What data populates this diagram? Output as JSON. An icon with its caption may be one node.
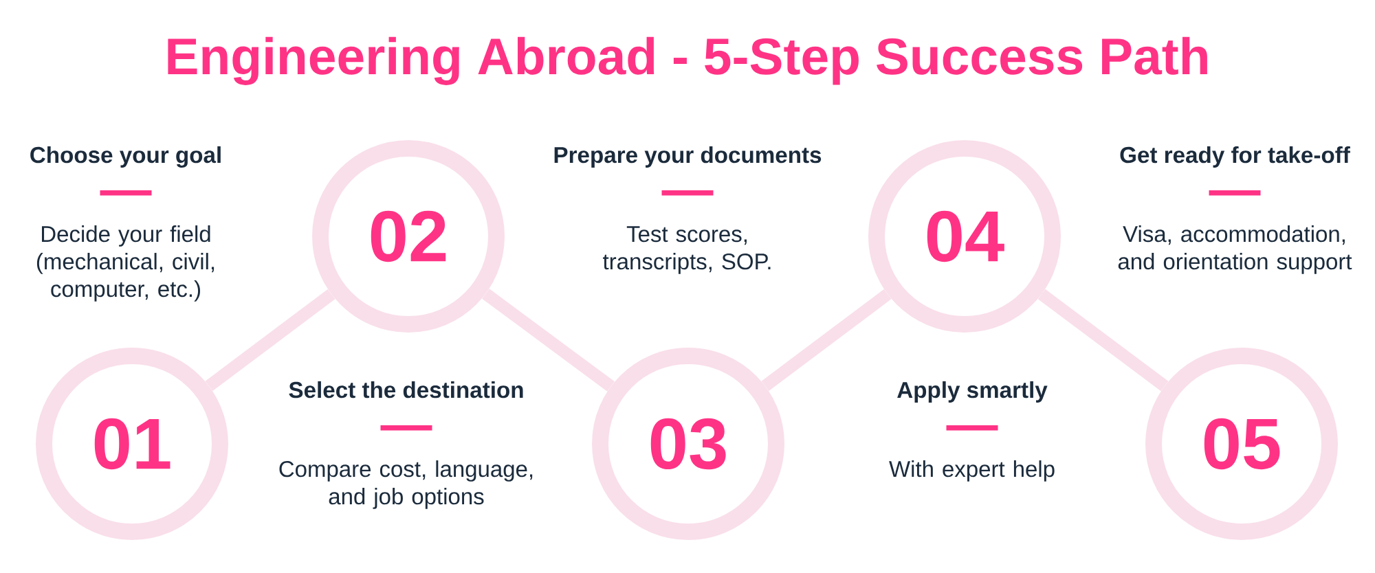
{
  "diagram": {
    "title": "Engineering Abroad - 5-Step Success Path",
    "nodes": [
      {
        "text": [
          "01"
        ],
        "beside": [
          "Choose your goal",
          "Decide your field (mechanical, civil, computer, etc.)"
        ]
      },
      {
        "text": [
          "02"
        ],
        "beside": [
          "Select the destination",
          "Compare cost, language, and job options"
        ]
      },
      {
        "text": [
          "03"
        ],
        "beside": [
          "Prepare your documents",
          "Test scores, transcripts, SOP."
        ]
      },
      {
        "text": [
          "04"
        ],
        "beside": [
          "Apply smartly",
          "With expert help"
        ]
      },
      {
        "text": [
          "05"
        ],
        "beside": [
          "Get ready for take-off",
          "Visa, accommodation, and orientation support"
        ]
      }
    ],
    "edges": [
      {
        "from": 0,
        "to": 1,
        "arrow": "none"
      },
      {
        "from": 1,
        "to": 2,
        "arrow": "none"
      },
      {
        "from": 2,
        "to": 3,
        "arrow": "none"
      },
      {
        "from": 3,
        "to": 4,
        "arrow": "none"
      }
    ]
  }
}
